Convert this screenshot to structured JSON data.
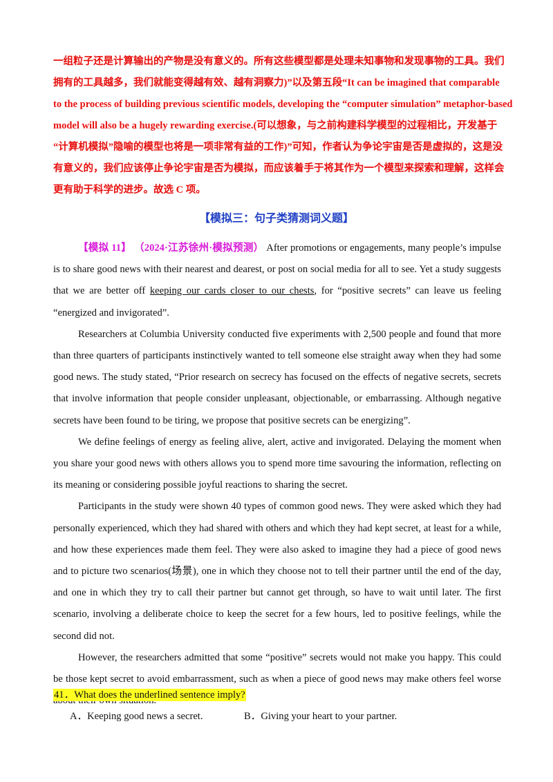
{
  "explanation": {
    "lines": [
      "一组粒子还是计算输出的产物是没有意义的。所有这些模型都是处理未知事物和发现事物的工具。我们",
      "拥有的工具越多，我们就能变得越有效、越有洞察力)”以及第五段“It can be imagined that comparable",
      "to the process of building previous scientific models, developing the “computer simulation” metaphor-based",
      "model will also be a hugely rewarding exercise.(可以想象，与之前构建科学模型的过程相比，开发基于",
      "“计算机模拟”隐喻的模型也将是一项非常有益的工作)”可知，作者认为争论宇宙是否是虚拟的，这是没",
      "有意义的，我们应该停止争论宇宙是否为模拟，而应该着手于将其作为一个模型来探索和理解，这样会",
      "更有助于科学的进步。故选 C 项。"
    ]
  },
  "section_title": "【模拟三：句子类猜测词义题】",
  "passage": {
    "tag": "【模拟 11】 （2024·江苏徐州·模拟预测）",
    "p1_before": " After promotions or engagements, many people’s impulse is to share good news with their nearest and dearest, or post on social media for all to see. Yet a study suggests that we are better off ",
    "p1_underlined": "keeping our cards closer to our chests",
    "p1_after": ", for “positive secrets” can leave us feeling “energized and invigorated”.",
    "p2": "Researchers at Columbia University conducted five experiments with 2,500 people and found that more than three quarters of participants instinctively wanted to tell someone else straight away when they had some good news. The study stated, “Prior research on secrecy has focused on the effects of negative secrets, secrets that involve information that people consider unpleasant, objectionable, or embarrassing. Although negative secrets have been found to be tiring, we propose that positive secrets can be energizing”.",
    "p3": "We define feelings of energy as feeling alive, alert, active and invigorated. Delaying the moment when you share your good news with others allows you to spend more time savouring the information, reflecting on its meaning or considering possible joyful reactions to sharing the secret.",
    "p4": "Participants in the study were shown 40 types of common good news. They were asked which they had personally experienced, which they had shared with others and which they had kept secret, at least for a while, and how these experiences made them feel. They were also asked to imagine they had a piece of good news and to picture two scenarios(场景), one in which they choose not to tell their partner until the end of the day, and one in which they try to call their partner but cannot get through, so have to wait until later. The first scenario, involving a deliberate choice to keep the secret for a few hours, led to positive feelings, while the second did not.",
    "p5": "However, the researchers admitted that some “positive” secrets would not make you happy. This could be those kept secret to avoid embarrassment, such as when a piece of good news may make others feel worse about their own situation."
  },
  "question": {
    "text": "41．What does the underlined sentence imply?",
    "option_a": "A．Keeping good news a secret.",
    "option_b": "B．Giving your heart to your partner."
  },
  "colors": {
    "explanation_red": "#e8110f",
    "section_blue": "#1f3fc4",
    "tag_magenta": "#d81bd8",
    "highlight_yellow": "#ffff22"
  }
}
